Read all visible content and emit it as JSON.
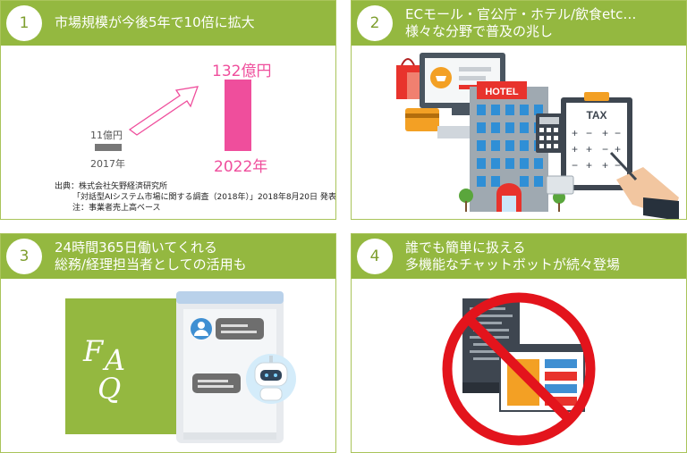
{
  "cards": [
    {
      "number": "1",
      "title_line1": "市場規模が今後5年で10倍に拡大",
      "title_line2": ""
    },
    {
      "number": "2",
      "title_line1": "ECモール・官公庁・ホテル/飲食etc…",
      "title_line2": "様々な分野で普及の兆し"
    },
    {
      "number": "3",
      "title_line1": "24時間365日働いてくれる",
      "title_line2": "総務/経理担当者としての活用も"
    },
    {
      "number": "4",
      "title_line1": "誰でも簡単に扱える",
      "title_line2": "多機能なチャットボットが続々登場"
    }
  ],
  "chart_data": {
    "type": "bar",
    "categories": [
      "2017年",
      "2022年"
    ],
    "values": [
      11,
      132
    ],
    "data_labels": [
      "11億円",
      "132億円"
    ],
    "unit": "億円",
    "colors": [
      "#777777",
      "#ef4e9c"
    ]
  },
  "source": {
    "line1": "出典：株式会社矢野経済研究所",
    "line2": "「対話型AIシステム市場に関する調査（2018年）」2018年8月20日 発表",
    "line3": "注：事業者売上高ベース"
  },
  "hotel_sign": "HOTEL",
  "tax_label": "TAX",
  "faq_letters": {
    "f": "F",
    "a": "A",
    "q": "Q"
  },
  "colors": {
    "accent_green": "#94b840",
    "pink": "#ef4e9c",
    "border": "#a9c45a",
    "prohibit_red": "#e3141c"
  }
}
